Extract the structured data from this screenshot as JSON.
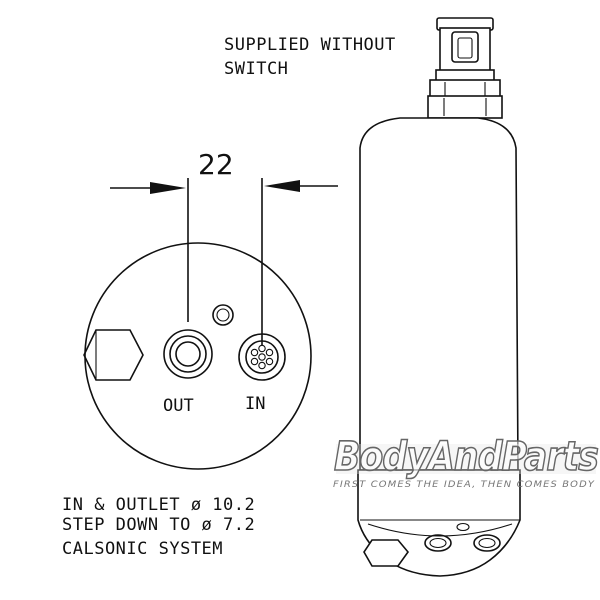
{
  "notes": {
    "switch_line1": "SUPPLIED WITHOUT",
    "switch_line2": "SWITCH",
    "spec_line1": "IN & OUTLET ø 10.2",
    "spec_line2": "STEP DOWN TO ø 7.2",
    "spec_line3": "CALSONIC SYSTEM"
  },
  "dimension": {
    "value": "22"
  },
  "ports": {
    "out_label": "OUT",
    "in_label": "IN"
  },
  "watermark": {
    "brand": "BodyAndParts",
    "tagline": "FIRST COMES THE IDEA, THEN COMES BODY"
  },
  "colors": {
    "line": "#111111",
    "background": "#ffffff",
    "watermark": "#666666"
  }
}
